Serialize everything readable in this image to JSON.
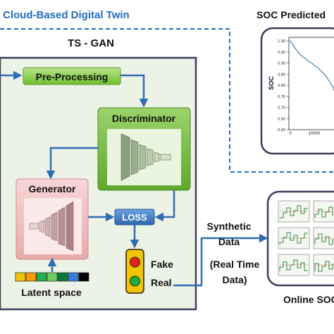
{
  "title": "Cloud-Based Digital Twin",
  "tsgan": {
    "label": "TS - GAN",
    "preprocessing": "Pre-Processing",
    "discriminator": "Discriminator",
    "generator": "Generator",
    "loss": "LOSS",
    "fake": "Fake",
    "real": "Real",
    "latent_space": "Latent space",
    "latent_colors": [
      "#f2c500",
      "#ff9c00",
      "#22b14c",
      "#6fcf5e",
      "#0a7a3a",
      "#3a7dd8",
      "#000000"
    ]
  },
  "soc_panel": {
    "title": "SOC Predicted",
    "ylabel": "SOC",
    "yticks": [
      "1.00",
      "0.95",
      "0.90",
      "0.85",
      "0.80",
      "0.75",
      "0.70",
      "0.65",
      "0.60"
    ],
    "xticks": [
      "0",
      "10000"
    ]
  },
  "synthetic": {
    "line1": "Synthetic",
    "line2": "Data",
    "line3": "(Real Time",
    "line4": "Data)"
  },
  "online": {
    "label": "Online SOC"
  },
  "colors": {
    "title_blue": "#1f6fbf",
    "arrow_blue": "#2e6db4",
    "panel_bg": "#edf2e6",
    "panel_border": "#3b3f5c",
    "preproc_green": "#8ed04c",
    "disc_green": "#6db33f",
    "gen_pink": "#f1c0c0",
    "loss_blue": "#3e7fc7"
  }
}
